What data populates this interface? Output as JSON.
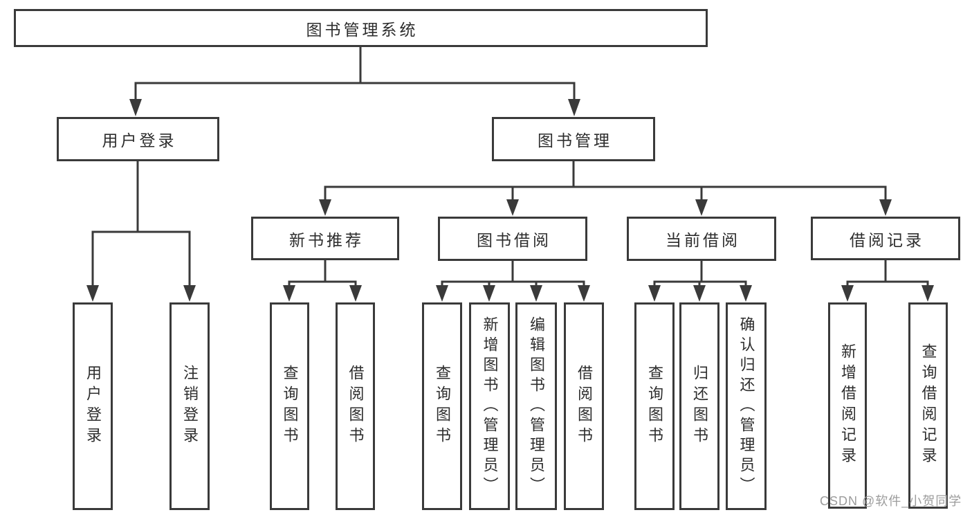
{
  "tree": {
    "root": {
      "label": "图书管理系统"
    },
    "children": [
      {
        "label": "用户登录",
        "children": [
          {
            "label": "用户登录"
          },
          {
            "label": "注销登录"
          }
        ]
      },
      {
        "label": "图书管理",
        "children": [
          {
            "label": "新书推荐",
            "children": [
              {
                "label": "查询图书"
              },
              {
                "label": "借阅图书"
              }
            ]
          },
          {
            "label": "图书借阅",
            "children": [
              {
                "label": "查询图书"
              },
              {
                "label": "新增图书（管理员）"
              },
              {
                "label": "编辑图书（管理员）"
              },
              {
                "label": "借阅图书"
              }
            ]
          },
          {
            "label": "当前借阅",
            "children": [
              {
                "label": "查询图书"
              },
              {
                "label": "归还图书"
              },
              {
                "label": "确认归还（管理员）"
              }
            ]
          },
          {
            "label": "借阅记录",
            "children": [
              {
                "label": "新增借阅记录"
              },
              {
                "label": "查询借阅记录"
              }
            ]
          }
        ]
      }
    ]
  },
  "watermark": "CSDN @软件_小贺同学",
  "colors": {
    "line": "#3a3a3a",
    "box_border": "#3a3a3a",
    "text": "#2d2d2d",
    "watermark": "#9c9c9c",
    "background": "#ffffff"
  }
}
